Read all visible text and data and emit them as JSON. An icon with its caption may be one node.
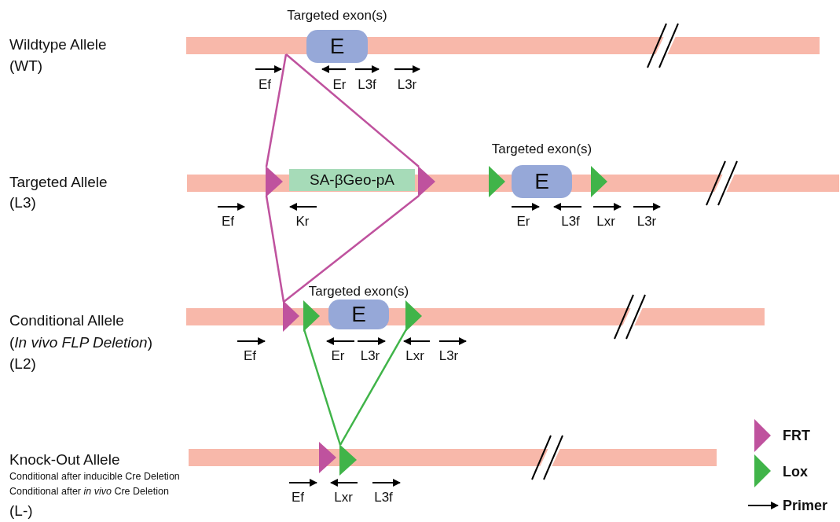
{
  "diagram": {
    "nodes": [
      {
        "text": [],
        "shape": "bar"
      },
      {
        "text": [
          "E"
        ],
        "beside": [
          "Targeted exon(s)"
        ]
      },
      {
        "text": [],
        "shape": "bar"
      },
      {
        "text": [],
        "shape": "triangle"
      },
      {
        "text": [
          "SA-βGeo-pA"
        ]
      },
      {
        "text": [],
        "shape": "triangle"
      },
      {
        "text": [],
        "shape": "triangle"
      },
      {
        "text": [
          "E"
        ],
        "beside": [
          "Targeted exon(s)"
        ]
      },
      {
        "text": [],
        "shape": "triangle"
      },
      {
        "text": [],
        "shape": "bar"
      },
      {
        "text": [],
        "shape": "triangle"
      },
      {
        "text": [],
        "shape": "triangle"
      },
      {
        "text": [
          "E"
        ],
        "beside": [
          "Targeted exon(s)"
        ]
      },
      {
        "text": [],
        "shape": "triangle"
      },
      {
        "text": [],
        "shape": "bar"
      },
      {
        "text": [],
        "shape": "triangle"
      },
      {
        "text": [],
        "shape": "triangle"
      }
    ],
    "edges": [
      {
        "from": 0,
        "to": 3,
        "arrow": "none",
        "color": "#bf529e"
      },
      {
        "from": 0,
        "to": 5,
        "arrow": "none",
        "color": "#bf529e"
      },
      {
        "from": 3,
        "to": 10,
        "arrow": "none",
        "color": "#bf529e"
      },
      {
        "from": 5,
        "to": 10,
        "arrow": "none",
        "color": "#bf529e"
      },
      {
        "from": 11,
        "to": 16,
        "arrow": "none",
        "color": "#40b449"
      },
      {
        "from": 13,
        "to": 16,
        "arrow": "none",
        "color": "#40b449"
      }
    ],
    "labels": [
      "Wildtype Allele",
      "(WT)",
      "Ef",
      "Er",
      "L3f",
      "L3r",
      "Targeted Allele",
      "(L3)",
      "Ef",
      "Kr",
      "Er",
      "L3f",
      "Lxr",
      "L3r",
      "Conditional Allele",
      "(*In vivo FLP Deletion*)",
      "(L2)",
      "Ef",
      "Er",
      "L3r",
      "Lxr",
      "L3r",
      "Knock-Out Allele",
      "Conditional after inducible Cre Deletion",
      "Conditional after *in vivo* Cre Deletion",
      "(L-)",
      "Ef",
      "Lxr",
      "L3f"
    ],
    "legend": [
      {
        "text": "FRT"
      },
      {
        "text": "Lox"
      },
      {
        "text": "Primer"
      }
    ]
  }
}
